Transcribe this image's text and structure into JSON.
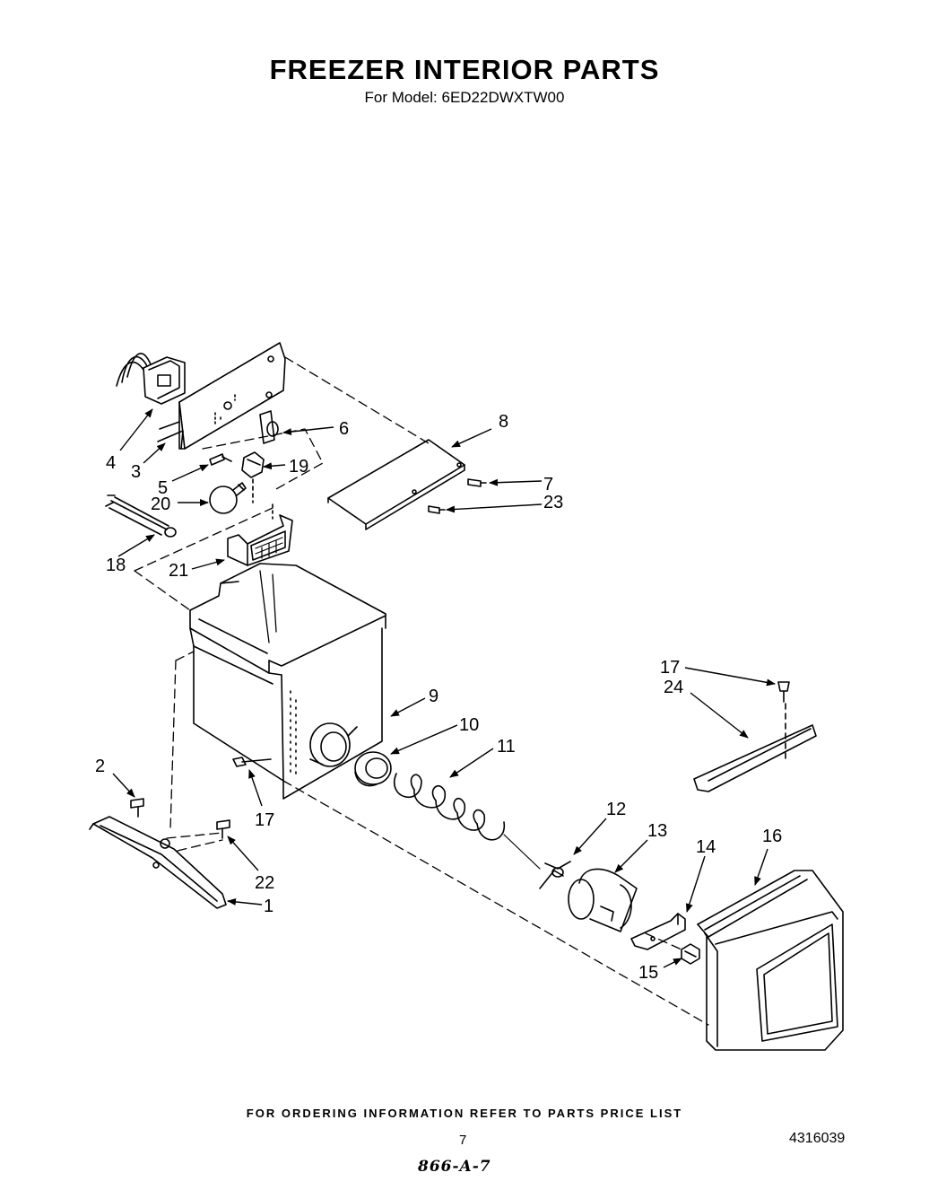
{
  "title": "FREEZER INTERIOR PARTS",
  "subtitle": "For Model: 6ED22DWXTW00",
  "footer": "FOR ORDERING INFORMATION REFER TO PARTS PRICE LIST",
  "page_number": "7",
  "document_number": "4316039",
  "handwritten_note": "866-A-7",
  "callouts": {
    "c1": "1",
    "c2": "2",
    "c3": "3",
    "c4": "4",
    "c5": "5",
    "c6": "6",
    "c7": "7",
    "c8": "8",
    "c9": "9",
    "c10": "10",
    "c11": "11",
    "c12": "12",
    "c13": "13",
    "c14": "14",
    "c15": "15",
    "c16": "16",
    "c17a": "17",
    "c17b": "17",
    "c18": "18",
    "c19": "19",
    "c20": "20",
    "c21": "21",
    "c22": "22",
    "c23": "23",
    "c24": "24"
  }
}
